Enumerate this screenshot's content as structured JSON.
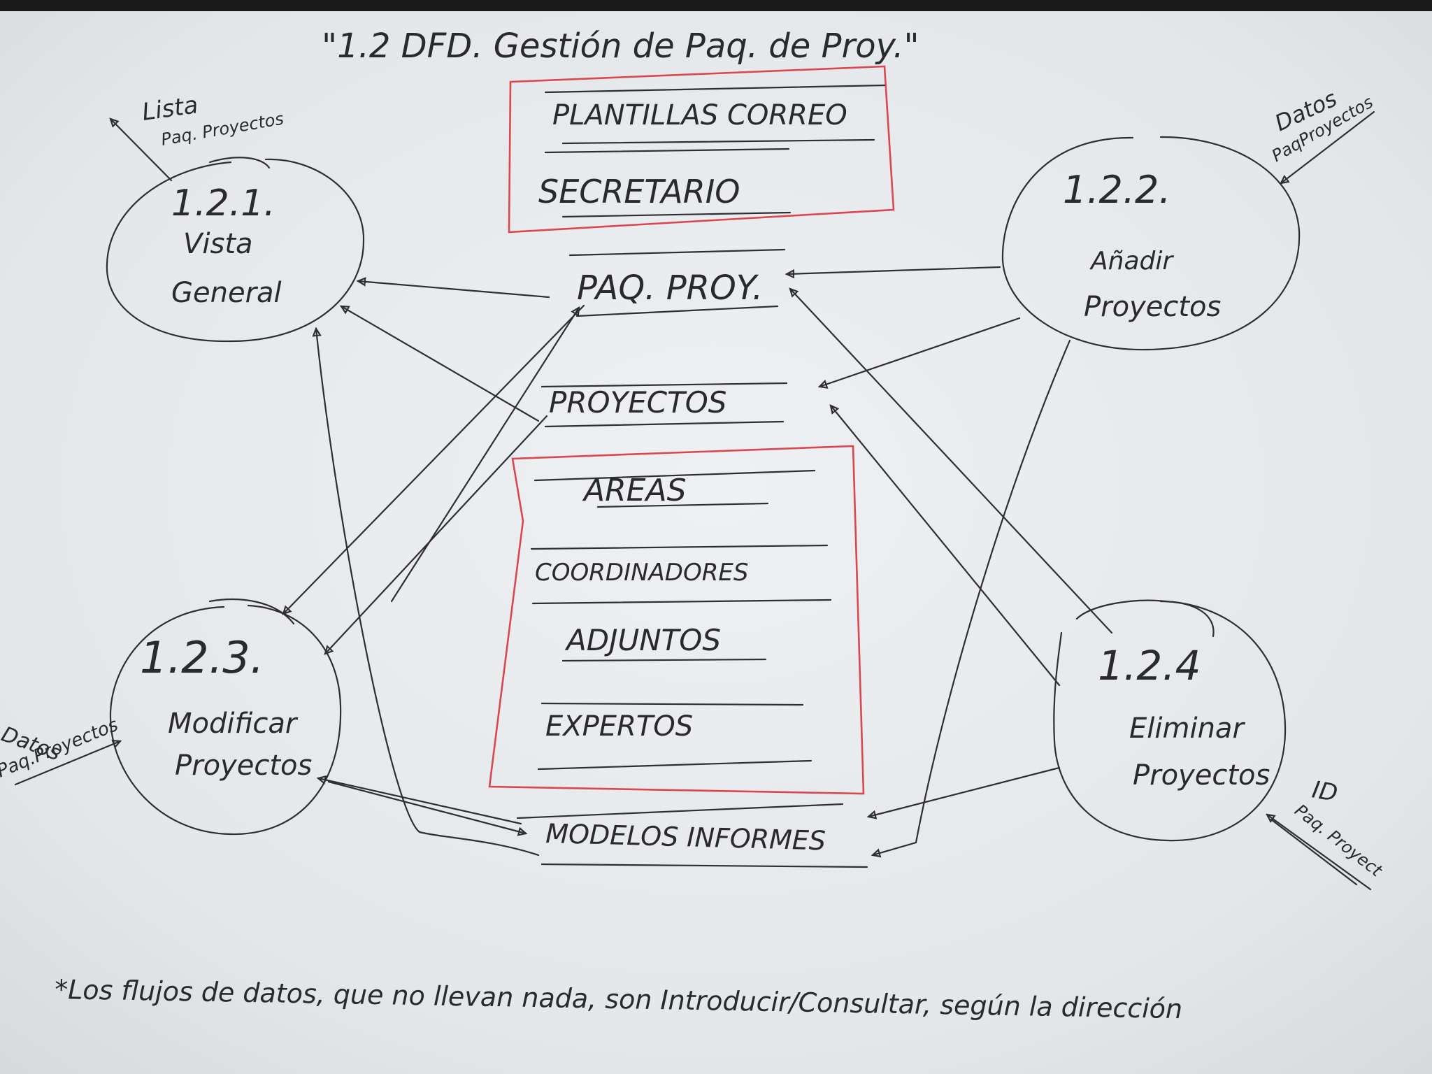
{
  "title": "\"1.2 DFD. Gestión de Paq. de Proy.\"",
  "processes": {
    "p121": {
      "number": "1.2.1.",
      "label_line1": "Vista",
      "label_line2": "General"
    },
    "p122": {
      "number": "1.2.2.",
      "label_line1": "Añadir",
      "label_line2": "Proyectos"
    },
    "p123": {
      "number": "1.2.3.",
      "label_line1": "Modificar",
      "label_line2": "Proyectos"
    },
    "p124": {
      "number": "1.2.4",
      "label_line1": "Eliminar",
      "label_line2": "Proyectos"
    }
  },
  "stores": {
    "plantillas_correo": "PLANTILLAS CORREO",
    "secretario": "SECRETARIO",
    "paq_proy": "PAQ. PROY.",
    "proyectos": "PROYECTOS",
    "areas": "AREAS",
    "coordinadores": "COORDINADORES",
    "adjuntos": "ADJUNTOS",
    "expertos": "EXPERTOS",
    "modelos_informes": "MODELOS INFORMES"
  },
  "external_flows": {
    "lista_line1": "Lista",
    "lista_line2": "Paq. Proyectos",
    "datos_add_line1": "Datos",
    "datos_add_line2": "PaqProyectos",
    "datos_mod_line1": "Datos",
    "datos_mod_line2": "Paq.Proyectos",
    "id_line1": "ID",
    "id_line2": "Paq. Proyect"
  },
  "footnote": "*Los flujos de datos, que no llevan nada, son Introducir/Consultar, según la dirección",
  "colors": {
    "board": "#e6e9ec",
    "ink": "#2e2e33",
    "red_marker": "#d9474f"
  }
}
